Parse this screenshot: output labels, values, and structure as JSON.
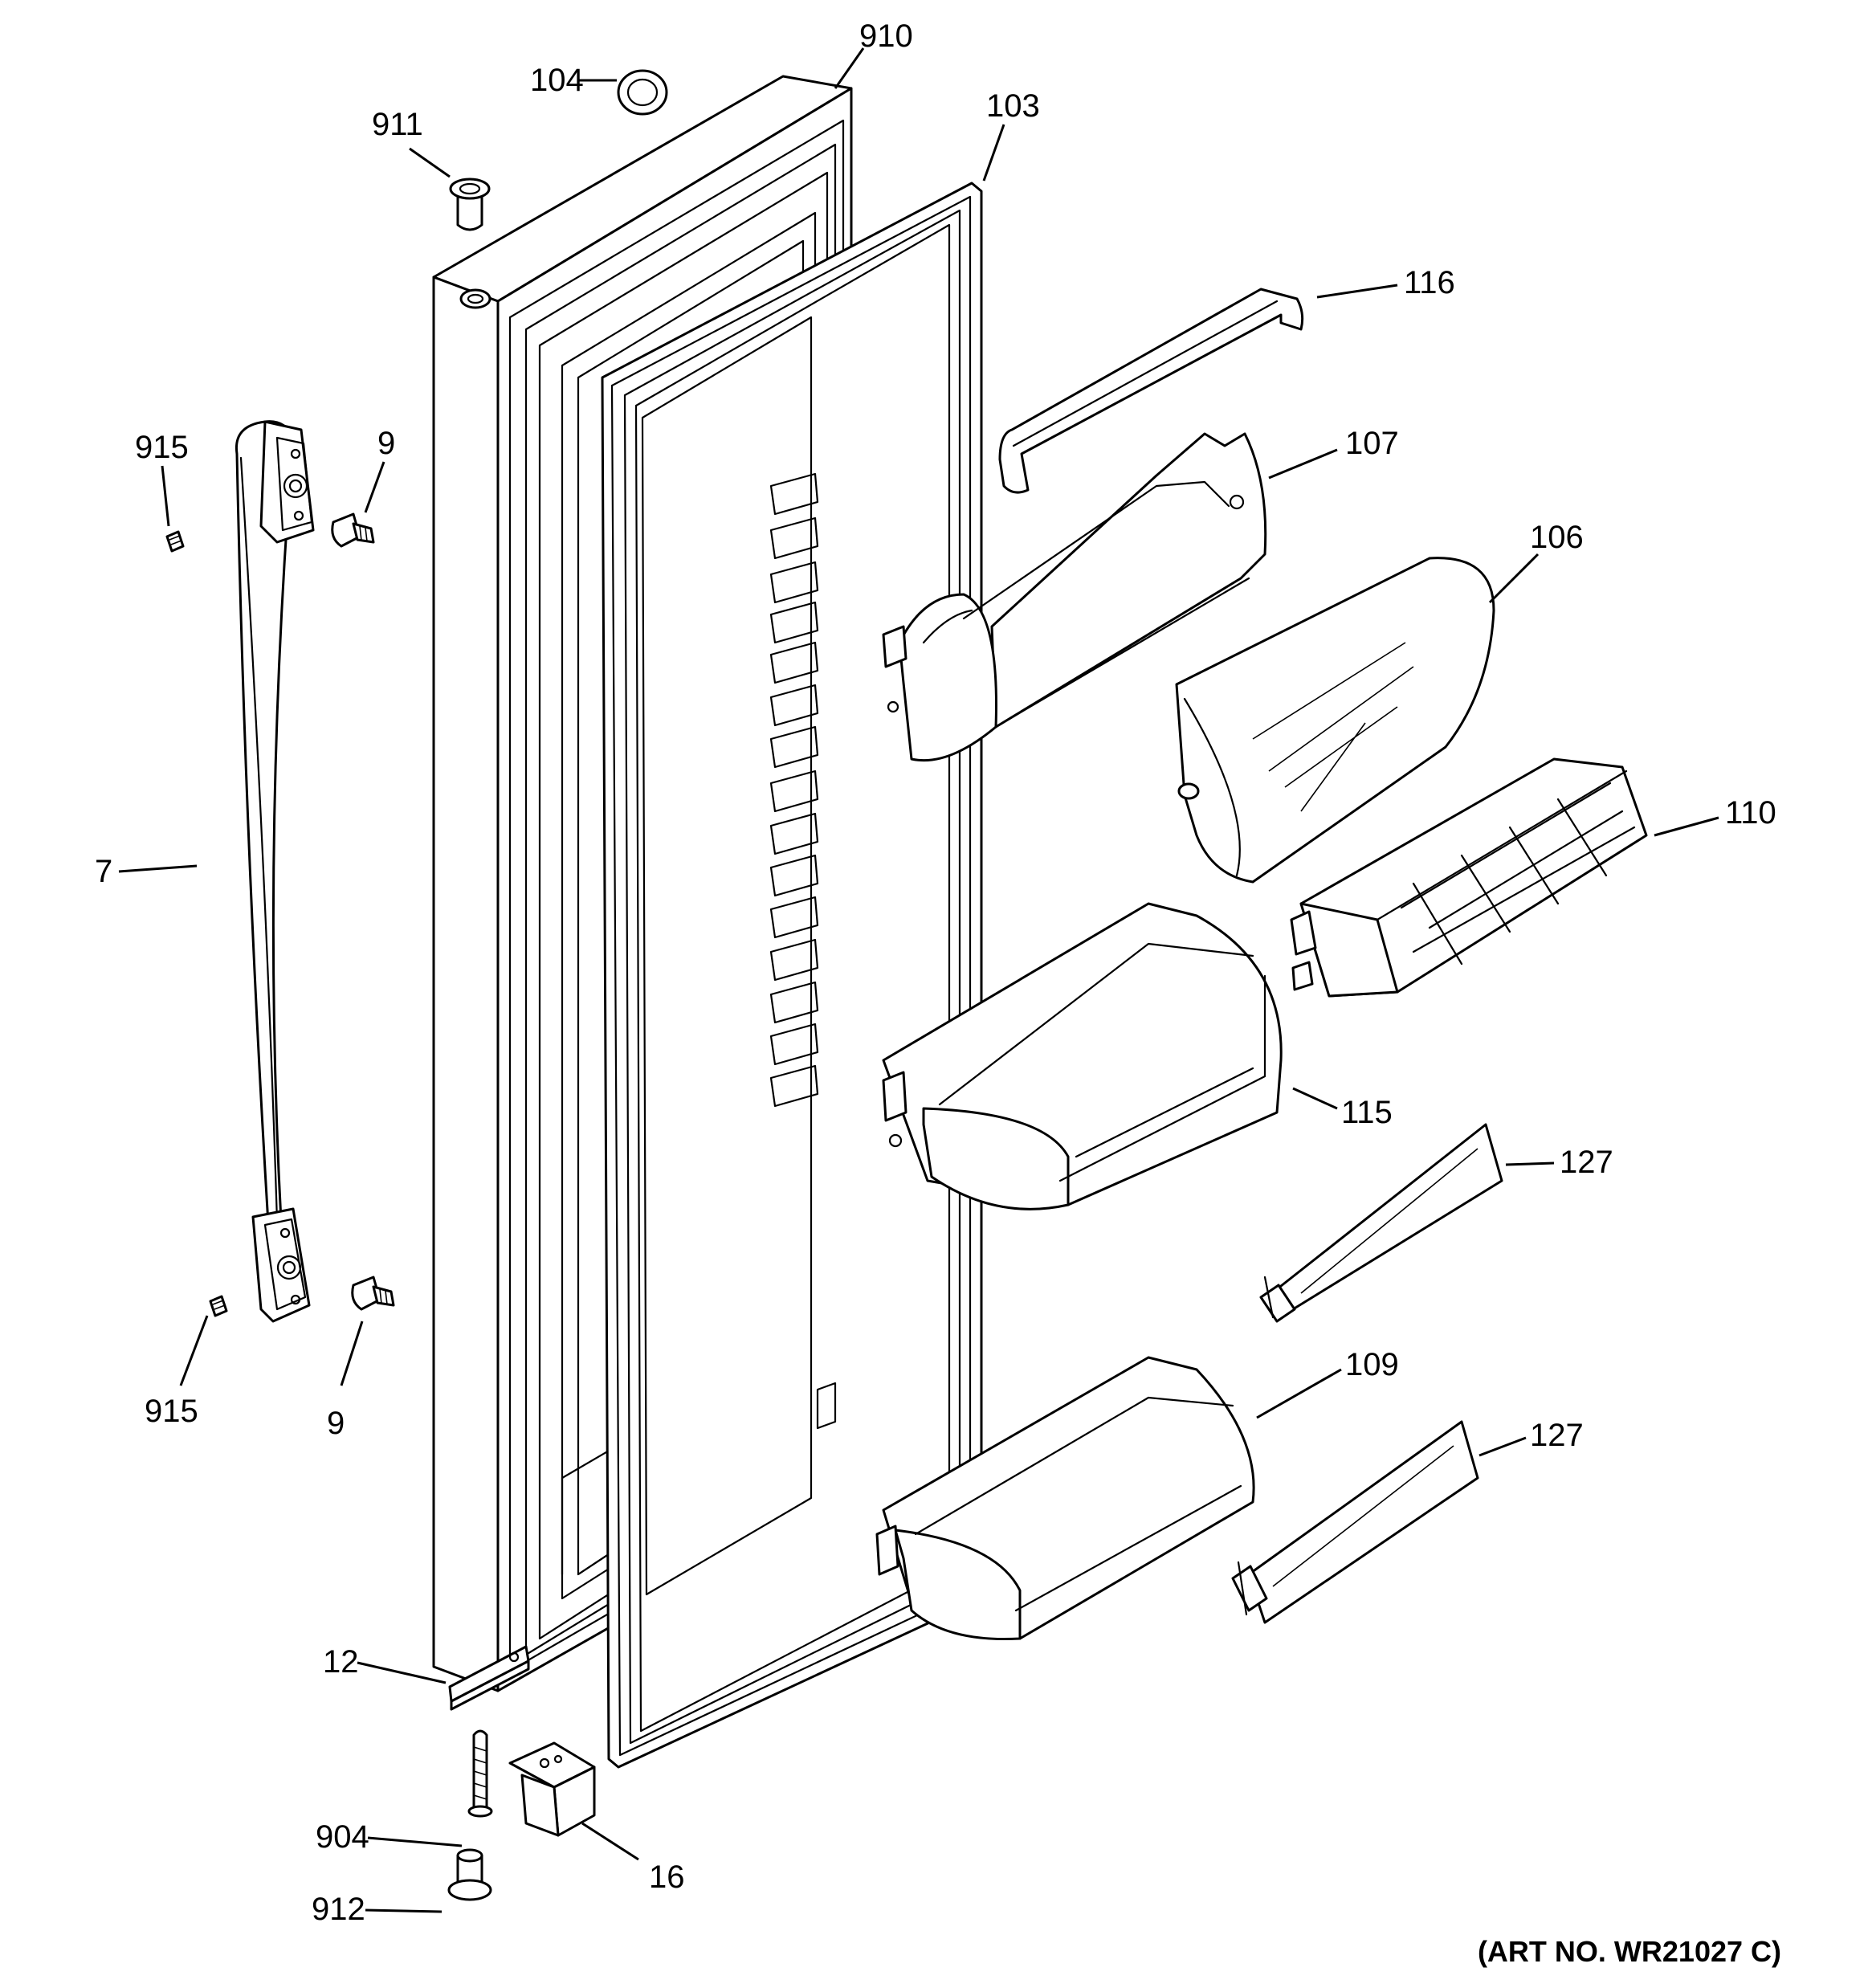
{
  "labels": {
    "p910": "910",
    "p104": "104",
    "p911": "911",
    "p103": "103",
    "p116": "116",
    "p107": "107",
    "p106": "106",
    "p110": "110",
    "p915_top": "915",
    "p9_top": "9",
    "p7": "7",
    "p115": "115",
    "p127_top": "127",
    "p109": "109",
    "p127_bottom": "127",
    "p915_bottom": "915",
    "p9_bottom": "9",
    "p12": "12",
    "p904": "904",
    "p16": "16",
    "p912": "912"
  },
  "art_number": "(ART NO. WR21027 C)"
}
